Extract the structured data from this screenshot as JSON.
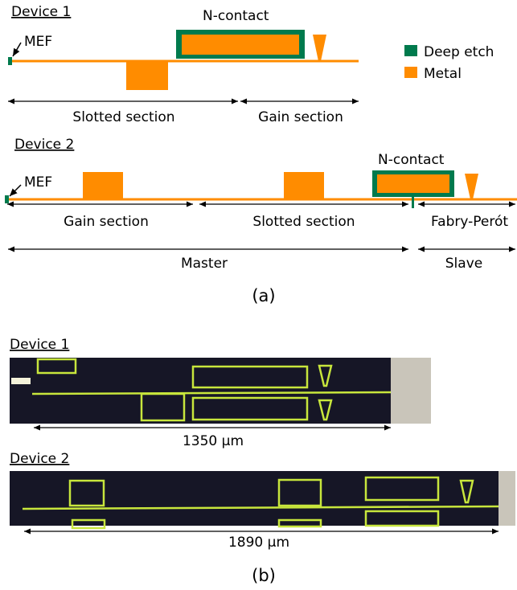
{
  "colors": {
    "deep_etch": "#007a4d",
    "metal": "#ff8c00",
    "waveguide": "#ff8c00",
    "arrow": "#000000",
    "photo_bg": "#1a1a2e",
    "photo_line": "#c8e63c"
  },
  "legend": {
    "deep_etch": "Deep etch",
    "metal": "Metal"
  },
  "panel_a": {
    "label": "(a)",
    "device1": {
      "title": "Device 1",
      "mef": "MEF",
      "ncontact": "N-contact",
      "slotted": "Slotted section",
      "gain": "Gain section"
    },
    "device2": {
      "title": "Device 2",
      "mef": "MEF",
      "ncontact": "N-contact",
      "gain": "Gain section",
      "slotted": "Slotted section",
      "fp": "Fabry-Perót",
      "master": "Master",
      "slave": "Slave"
    }
  },
  "panel_b": {
    "label": "(b)",
    "device1": {
      "title": "Device 1",
      "length": "1350 µm"
    },
    "device2": {
      "title": "Device 2",
      "length": "1890 µm"
    }
  }
}
